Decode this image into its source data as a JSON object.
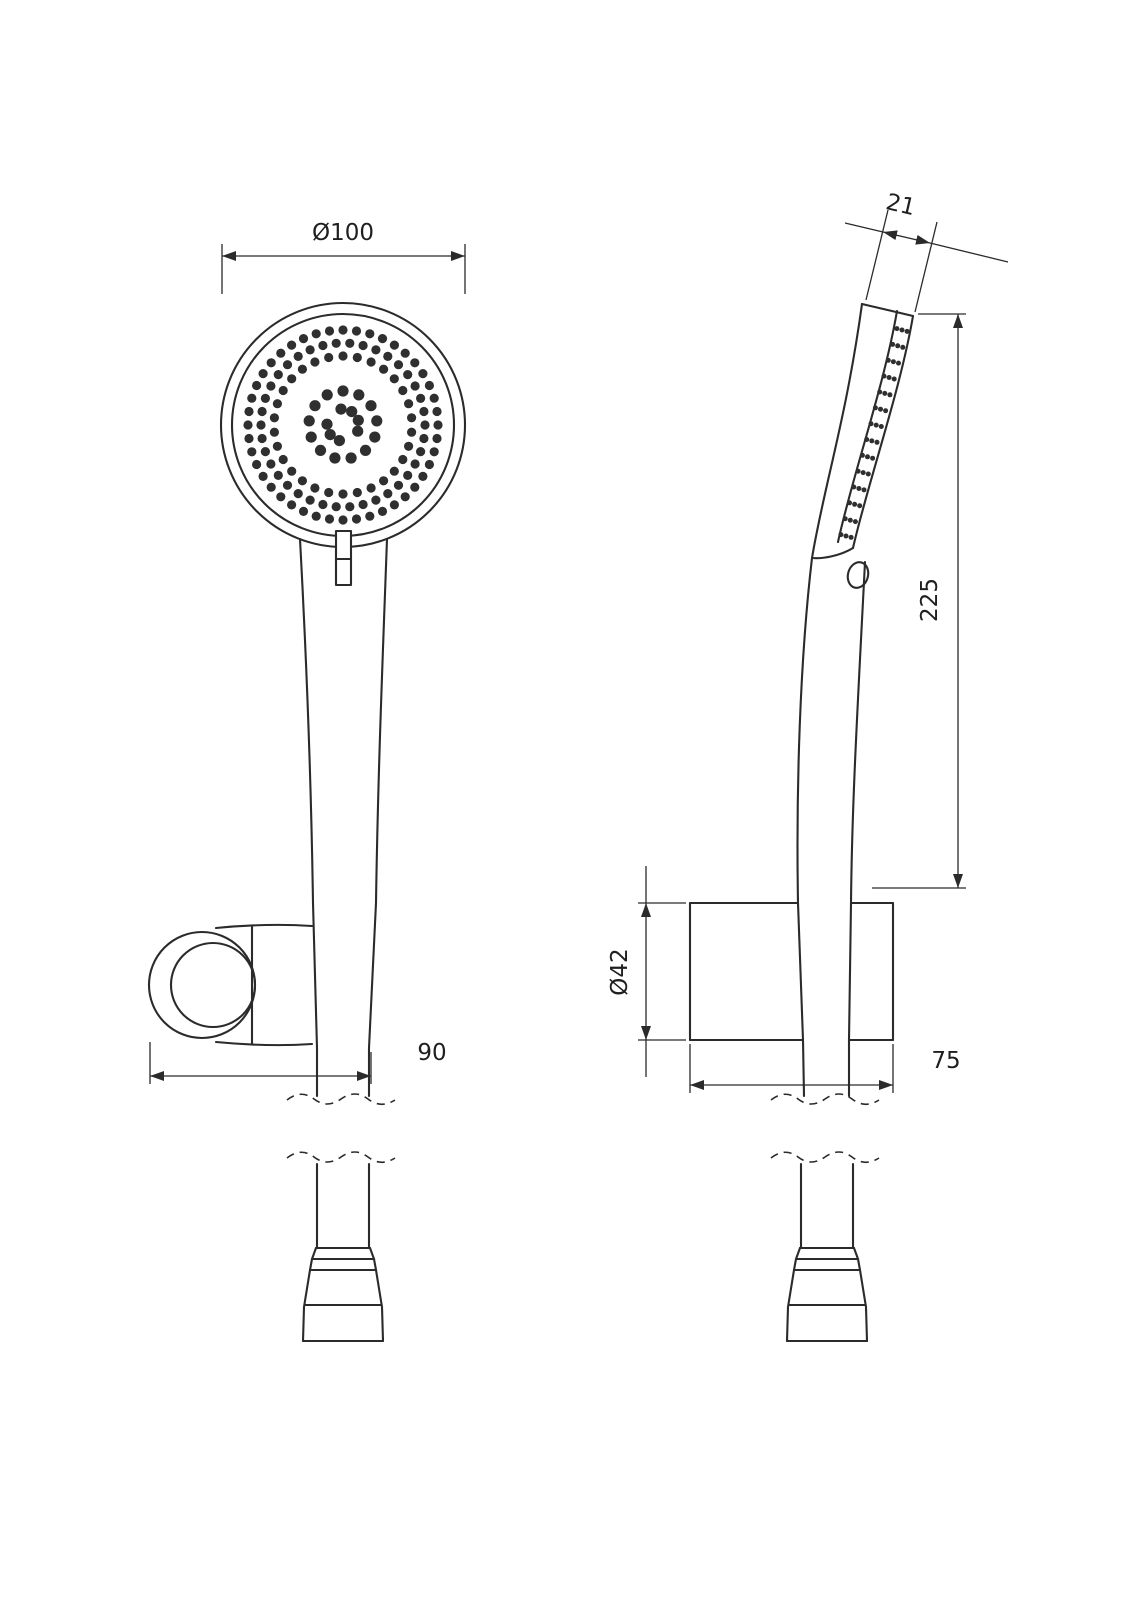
{
  "drawing": {
    "dims": {
      "head_diameter": "Ø100",
      "head_thickness": "21",
      "head_height": "225",
      "holder_diameter": "Ø42",
      "holder_offset_front": "90",
      "holder_offset_side": "75"
    }
  }
}
